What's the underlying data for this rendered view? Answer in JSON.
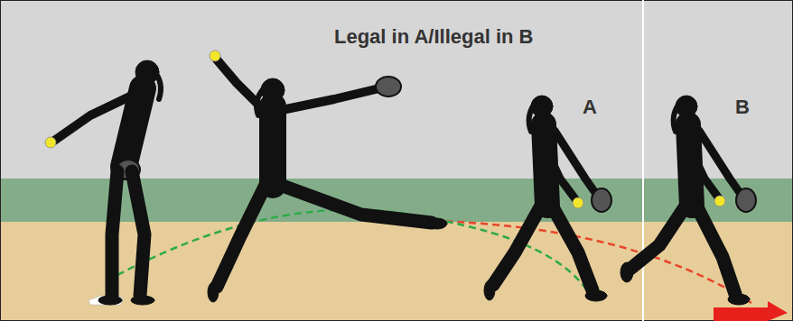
{
  "diagram": {
    "title": "Legal in A/Illegal in B",
    "labels": [
      "A",
      "B"
    ]
  }
}
